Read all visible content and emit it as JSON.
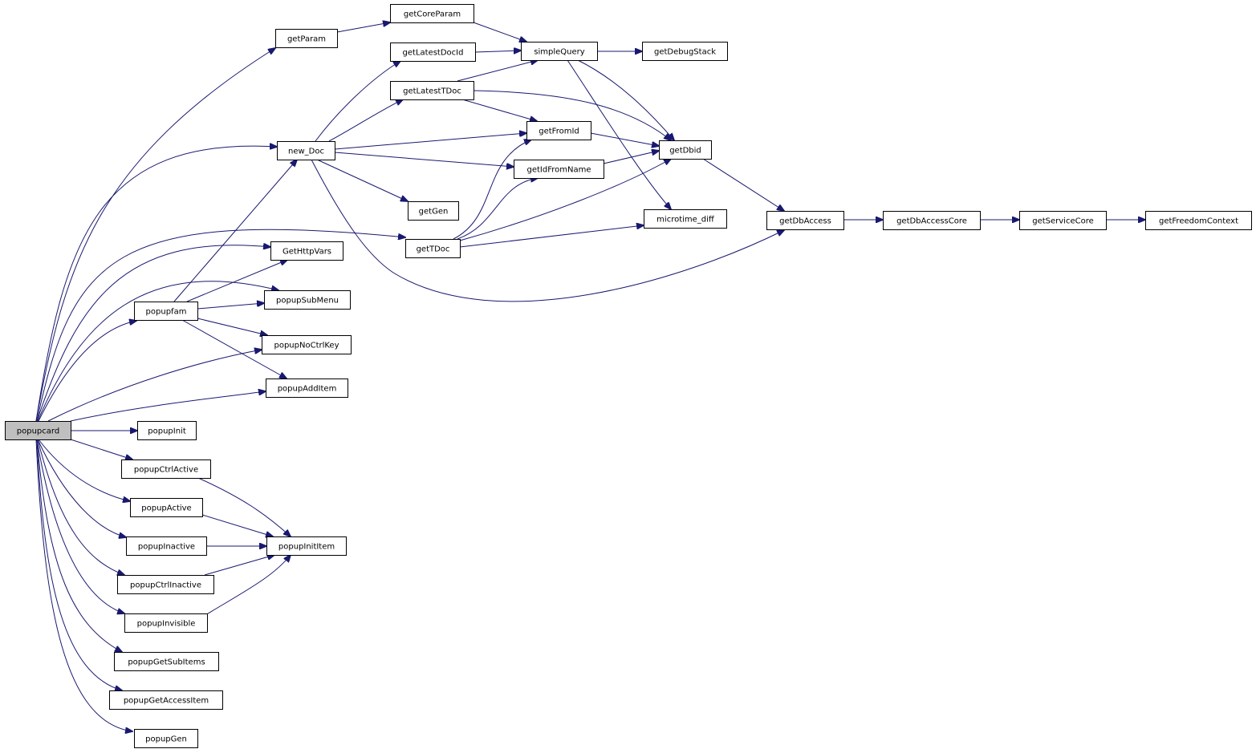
{
  "graph": {
    "edge_color": "#191970",
    "root_fill": "#bfbfbf",
    "node_fill": "#ffffff",
    "root": "popupcard",
    "nodes": [
      {
        "id": "popupcard",
        "label": "popupcard"
      },
      {
        "id": "getParam",
        "label": "getParam"
      },
      {
        "id": "new_Doc",
        "label": "new_Doc"
      },
      {
        "id": "getTDoc",
        "label": "getTDoc"
      },
      {
        "id": "GetHttpVars",
        "label": "GetHttpVars"
      },
      {
        "id": "popupSubMenu",
        "label": "popupSubMenu"
      },
      {
        "id": "popupfam",
        "label": "popupfam"
      },
      {
        "id": "popupNoCtrlKey",
        "label": "popupNoCtrlKey"
      },
      {
        "id": "popupAddItem",
        "label": "popupAddItem"
      },
      {
        "id": "popupInit",
        "label": "popupInit"
      },
      {
        "id": "popupCtrlActive",
        "label": "popupCtrlActive"
      },
      {
        "id": "popupActive",
        "label": "popupActive"
      },
      {
        "id": "popupInactive",
        "label": "popupInactive"
      },
      {
        "id": "popupCtrlInactive",
        "label": "popupCtrlInactive"
      },
      {
        "id": "popupInvisible",
        "label": "popupInvisible"
      },
      {
        "id": "popupGetSubItems",
        "label": "popupGetSubItems"
      },
      {
        "id": "popupGetAccessItem",
        "label": "popupGetAccessItem"
      },
      {
        "id": "popupGen",
        "label": "popupGen"
      },
      {
        "id": "getCoreParam",
        "label": "getCoreParam"
      },
      {
        "id": "getLatestDocId",
        "label": "getLatestDocId"
      },
      {
        "id": "getLatestTDoc",
        "label": "getLatestTDoc"
      },
      {
        "id": "simpleQuery",
        "label": "simpleQuery"
      },
      {
        "id": "getDebugStack",
        "label": "getDebugStack"
      },
      {
        "id": "getFromId",
        "label": "getFromId"
      },
      {
        "id": "getIdFromName",
        "label": "getIdFromName"
      },
      {
        "id": "getGen",
        "label": "getGen"
      },
      {
        "id": "getDbid",
        "label": "getDbid"
      },
      {
        "id": "microtime_diff",
        "label": "microtime_diff"
      },
      {
        "id": "getDbAccess",
        "label": "getDbAccess"
      },
      {
        "id": "getDbAccessCore",
        "label": "getDbAccessCore"
      },
      {
        "id": "getServiceCore",
        "label": "getServiceCore"
      },
      {
        "id": "getFreedomContext",
        "label": "getFreedomContext"
      },
      {
        "id": "popupInitItem",
        "label": "popupInitItem"
      }
    ],
    "edges": [
      {
        "from": "popupcard",
        "to": "getParam"
      },
      {
        "from": "popupcard",
        "to": "new_Doc"
      },
      {
        "from": "popupcard",
        "to": "getTDoc"
      },
      {
        "from": "popupcard",
        "to": "GetHttpVars"
      },
      {
        "from": "popupcard",
        "to": "popupSubMenu"
      },
      {
        "from": "popupcard",
        "to": "popupfam"
      },
      {
        "from": "popupcard",
        "to": "popupNoCtrlKey"
      },
      {
        "from": "popupcard",
        "to": "popupAddItem"
      },
      {
        "from": "popupcard",
        "to": "popupInit"
      },
      {
        "from": "popupcard",
        "to": "popupCtrlActive"
      },
      {
        "from": "popupcard",
        "to": "popupActive"
      },
      {
        "from": "popupcard",
        "to": "popupInactive"
      },
      {
        "from": "popupcard",
        "to": "popupCtrlInactive"
      },
      {
        "from": "popupcard",
        "to": "popupInvisible"
      },
      {
        "from": "popupcard",
        "to": "popupGetSubItems"
      },
      {
        "from": "popupcard",
        "to": "popupGetAccessItem"
      },
      {
        "from": "popupcard",
        "to": "popupGen"
      },
      {
        "from": "getParam",
        "to": "getCoreParam"
      },
      {
        "from": "getCoreParam",
        "to": "simpleQuery"
      },
      {
        "from": "new_Doc",
        "to": "getLatestDocId"
      },
      {
        "from": "new_Doc",
        "to": "getLatestTDoc"
      },
      {
        "from": "new_Doc",
        "to": "getFromId"
      },
      {
        "from": "new_Doc",
        "to": "getIdFromName"
      },
      {
        "from": "new_Doc",
        "to": "getGen"
      },
      {
        "from": "new_Doc",
        "to": "getDbAccess"
      },
      {
        "from": "getLatestDocId",
        "to": "simpleQuery"
      },
      {
        "from": "getLatestTDoc",
        "to": "simpleQuery"
      },
      {
        "from": "getLatestTDoc",
        "to": "getFromId"
      },
      {
        "from": "getLatestTDoc",
        "to": "getDbid"
      },
      {
        "from": "simpleQuery",
        "to": "getDebugStack"
      },
      {
        "from": "simpleQuery",
        "to": "getDbid"
      },
      {
        "from": "simpleQuery",
        "to": "microtime_diff"
      },
      {
        "from": "getFromId",
        "to": "getDbid"
      },
      {
        "from": "getIdFromName",
        "to": "getDbid"
      },
      {
        "from": "getTDoc",
        "to": "getFromId"
      },
      {
        "from": "getTDoc",
        "to": "getIdFromName"
      },
      {
        "from": "getTDoc",
        "to": "getDbid"
      },
      {
        "from": "getTDoc",
        "to": "microtime_diff"
      },
      {
        "from": "getDbid",
        "to": "getDbAccess"
      },
      {
        "from": "getDbAccess",
        "to": "getDbAccessCore"
      },
      {
        "from": "getDbAccessCore",
        "to": "getServiceCore"
      },
      {
        "from": "getServiceCore",
        "to": "getFreedomContext"
      },
      {
        "from": "popupfam",
        "to": "new_Doc"
      },
      {
        "from": "popupfam",
        "to": "GetHttpVars"
      },
      {
        "from": "popupfam",
        "to": "popupSubMenu"
      },
      {
        "from": "popupfam",
        "to": "popupNoCtrlKey"
      },
      {
        "from": "popupfam",
        "to": "popupAddItem"
      },
      {
        "from": "popupCtrlActive",
        "to": "popupInitItem"
      },
      {
        "from": "popupActive",
        "to": "popupInitItem"
      },
      {
        "from": "popupInactive",
        "to": "popupInitItem"
      },
      {
        "from": "popupCtrlInactive",
        "to": "popupInitItem"
      },
      {
        "from": "popupInvisible",
        "to": "popupInitItem"
      }
    ]
  }
}
